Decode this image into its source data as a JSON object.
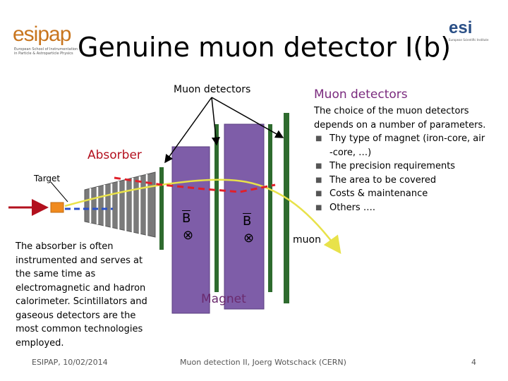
{
  "logos": {
    "left_brand": "esipap",
    "left_sub": "European School of Instrumentation in Particle & Astroparticle Physics",
    "right_brand": "esi",
    "right_sub": "European Scientific Institute"
  },
  "slide": {
    "title": "Genuine muon detector I(b)",
    "label_muon_detectors": "Muon detectors",
    "right_heading": "Muon detectors",
    "right_intro": "The choice of the muon detectors depends on a number of parameters.",
    "bullets": [
      "Thy type of magnet (iron-core, air -core, …)",
      "The precision requirements",
      "The area to be covered",
      "Costs & maintenance",
      "Others …."
    ],
    "label_absorber": "Absorber",
    "label_target": "Target",
    "label_muon": "muon",
    "field_symbol": "B",
    "field_direction_symbol": "⊗",
    "absorber_description": "The absorber is often instrumented and serves at the same time as electromagnetic and hadron calorimeter. Scintillators and gaseous detectors are the most common technologies employed.",
    "label_magnet": "Magnet"
  },
  "footer": {
    "left": "ESIPAP, 10/02/2014",
    "center": "Muon detection II, Joerg Wotschack (CERN)",
    "page": "4"
  },
  "colors": {
    "magnet": "#7e5da8",
    "detector": "#2e6b2e",
    "track": "#e8e24a",
    "particle_dashed": "#e0202a",
    "beam": "#b3101e",
    "target": "#f08a1e"
  }
}
